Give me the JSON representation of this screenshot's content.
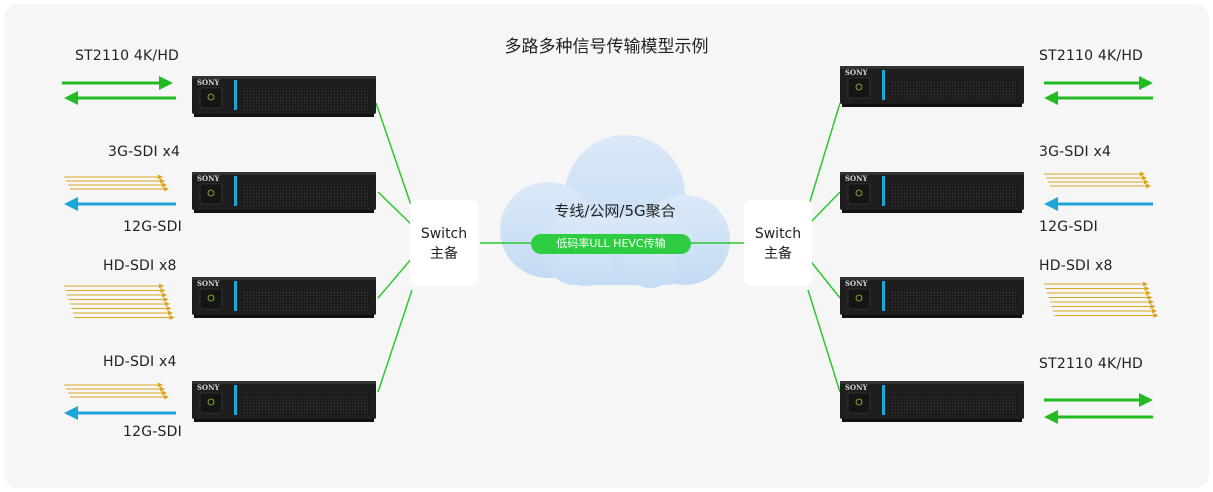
{
  "title": "多路多种信号传输模型示例",
  "cloud": {
    "label": "专线/公网/5G聚合",
    "codec_label": "低码率ULL HEVC传输"
  },
  "switch_left": {
    "line1": "Switch",
    "line2": "主备"
  },
  "switch_right": {
    "line1": "Switch",
    "line2": "主备"
  },
  "device_brand": "SONY",
  "colors": {
    "green": "#22bb22",
    "blue": "#1da7d8",
    "gold": "#d9a520",
    "line": "#2ec82e",
    "cloud": "#cfe3f7"
  },
  "left_labels": [
    "ST2110 4K/HD",
    "3G-SDI x4",
    "12G-SDI",
    "HD-SDI x8",
    "HD-SDI x4",
    "12G-SDI"
  ],
  "right_labels": [
    "ST2110 4K/HD",
    "3G-SDI x4",
    "12G-SDI",
    "HD-SDI x8",
    "ST2110 4K/HD"
  ]
}
